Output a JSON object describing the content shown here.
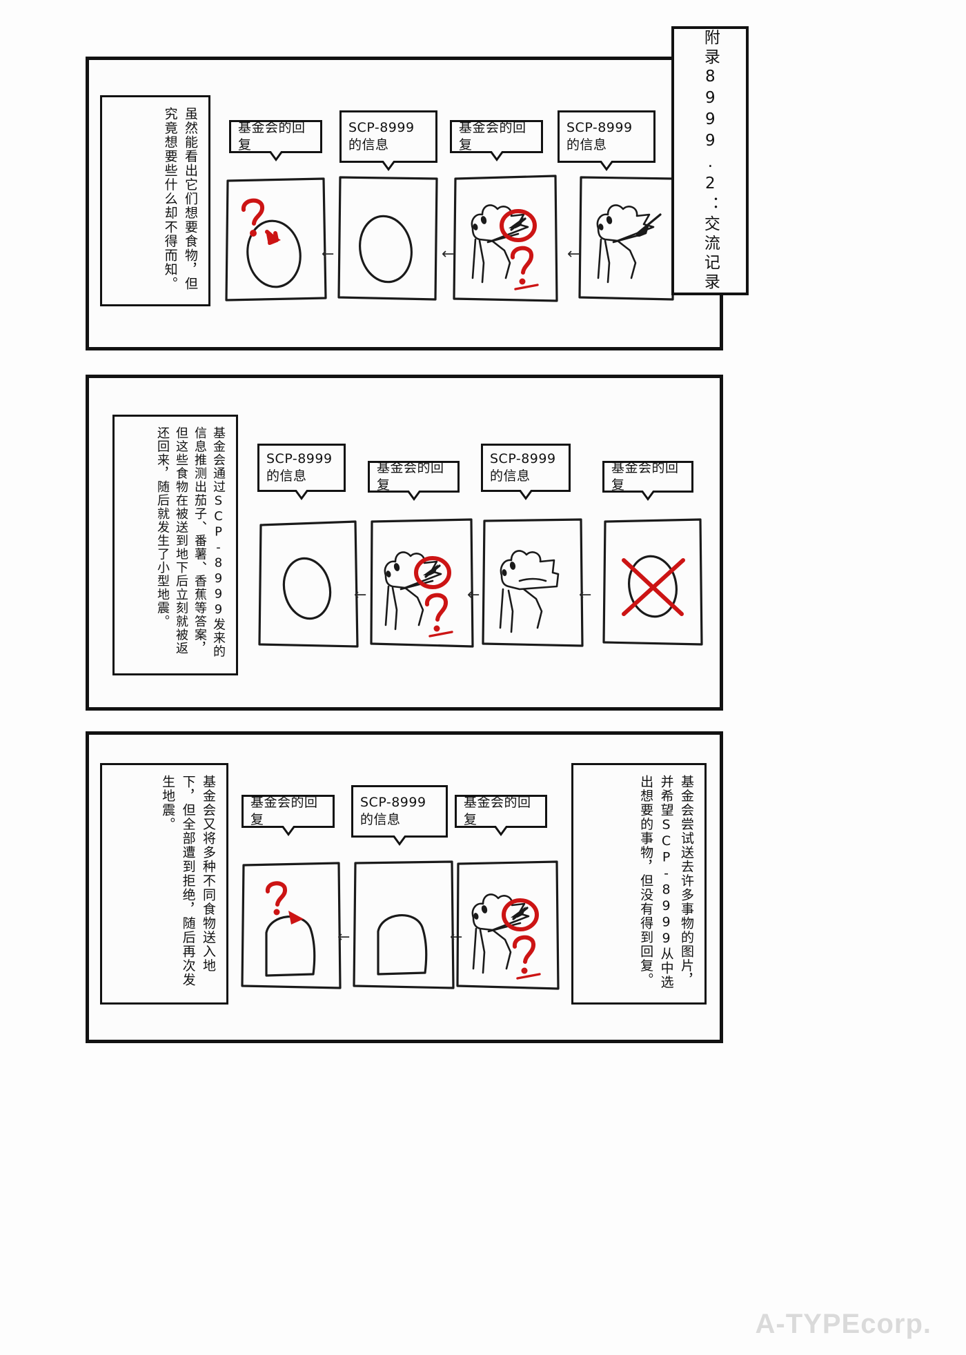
{
  "title_plaque": {
    "text": "附录8999.2：交流记录"
  },
  "watermark": "A-TYPEcorp.",
  "panels": [
    {
      "id": "panel-1",
      "narration": "虽然能看出它们想要食物，但究竟想要些什么却不得而知。",
      "labels": [
        "基金会的回复",
        "SCP-8999\n的信息",
        "基金会的回复",
        "SCP-8999\n的信息"
      ],
      "arrows": [
        "←",
        "←",
        "←"
      ],
      "cells": [
        "blank-oval-with-red-question",
        "blank-oval",
        "creature-pointing-red-circle-question",
        "creature-pointing-arrow"
      ]
    },
    {
      "id": "panel-2",
      "narration": "基金会通过SCP-8999发来的信息推测出茄子、番薯、香蕉等答案，但这些食物在被送到地下后立刻就被返还回来，随后就发生了小型地震。",
      "labels": [
        "SCP-8999\n的信息",
        "基金会的回复",
        "SCP-8999\n的信息",
        "基金会的回复"
      ],
      "arrows": [
        "←",
        "←",
        "←"
      ],
      "cells": [
        "blank-oval",
        "creature-pointing-red-circle-question",
        "creature-frowning",
        "red-crossed-oval"
      ]
    },
    {
      "id": "panel-3",
      "narration_left": "基金会又将多种不同食物送入地下，但全部遭到拒绝，随后再次发生地震。",
      "narration_right": "基金会尝试送去许多事物的图片，并希望SCP-8999从中选出想要的事物，但没有得到回复。",
      "labels": [
        "基金会的回复",
        "SCP-8999\n的信息",
        "基金会的回复"
      ],
      "arrows": [
        "←",
        "←"
      ],
      "cells": [
        "shape-with-red-question",
        "blank-shape",
        "creature-pointing-red-circle-question"
      ]
    }
  ]
}
